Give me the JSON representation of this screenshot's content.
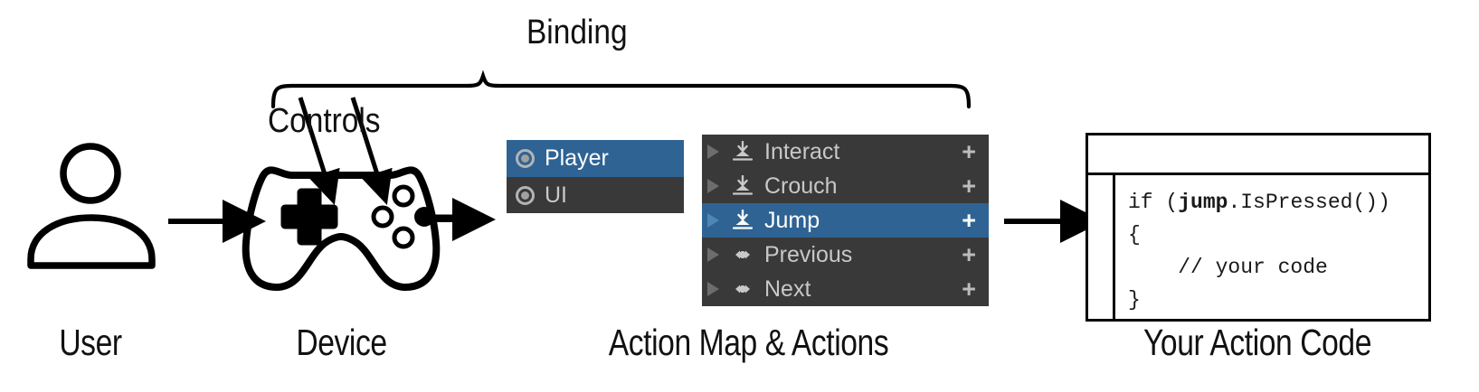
{
  "diagram": {
    "title_annotations": {
      "binding": "Binding",
      "controls": "Controls"
    },
    "captions": [
      {
        "key": "user",
        "label": "User"
      },
      {
        "key": "device",
        "label": "Device"
      },
      {
        "key": "action_map_actions",
        "label": "Action Map & Actions"
      },
      {
        "key": "your_action_code",
        "label": "Your Action Code"
      }
    ],
    "icons": {
      "user": "user-person-icon",
      "device": "gamepad-controller-icon",
      "arrow": "arrow-right-icon",
      "brace": "curly-brace-icon"
    }
  },
  "action_map_panel": {
    "name": "action-maps-list",
    "items": [
      {
        "label": "Player",
        "selected": true,
        "icon": "action-map-icon"
      },
      {
        "label": "UI",
        "selected": false,
        "icon": "action-map-icon"
      }
    ]
  },
  "actions_panel": {
    "name": "actions-list",
    "add_label": "+",
    "items": [
      {
        "label": "Interact",
        "selected": false,
        "icon": "button-action-icon",
        "expander": "expand-triangle-icon"
      },
      {
        "label": "Crouch",
        "selected": false,
        "icon": "button-action-icon",
        "expander": "expand-triangle-icon"
      },
      {
        "label": "Jump",
        "selected": true,
        "icon": "button-action-icon",
        "expander": "expand-triangle-icon"
      },
      {
        "label": "Previous",
        "selected": false,
        "icon": "value-axis-action-icon",
        "expander": "expand-triangle-icon"
      },
      {
        "label": "Next",
        "selected": false,
        "icon": "value-axis-action-icon",
        "expander": "expand-triangle-icon"
      }
    ]
  },
  "code_window": {
    "name": "code-editor-window",
    "lines": [
      {
        "prefix": "if (",
        "bold": "jump",
        "suffix": ".IsPressed())"
      },
      {
        "prefix": "{",
        "bold": "",
        "suffix": ""
      },
      {
        "prefix": "    // your code",
        "bold": "",
        "suffix": ""
      },
      {
        "prefix": "}",
        "bold": "",
        "suffix": ""
      }
    ]
  },
  "colors": {
    "selection_blue": "#2e6394",
    "panel_dark": "#393939",
    "panel_text": "#c8c8c8",
    "ink": "#000000",
    "background": "#ffffff"
  }
}
